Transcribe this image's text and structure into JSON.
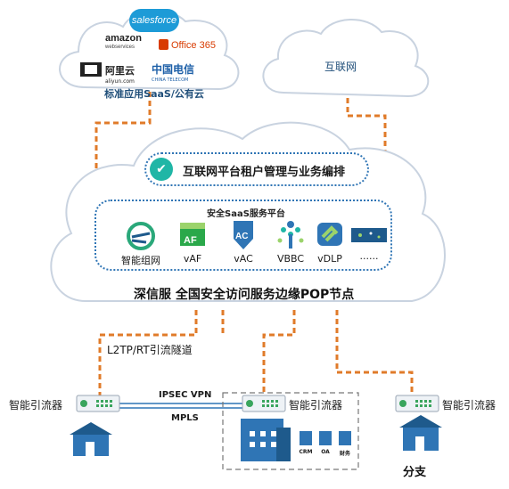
{
  "saas_cloud": {
    "label": "标准应用SaaS/公有云",
    "logos": {
      "salesforce": "salesforce",
      "amazon": "amazon",
      "amazon_sub": "webservices",
      "office": "Office 365",
      "aliyun": "阿里云",
      "aliyun_sub": "aliyun.com",
      "telecom": "中国电信",
      "telecom_sub": "CHINA TELECOM"
    }
  },
  "internet_cloud": {
    "label": "互联网"
  },
  "management": {
    "label": "互联网平台租户管理与业务编排",
    "icon": "shield-check-icon"
  },
  "platform": {
    "title": "安全SaaS服务平台",
    "services": [
      "智能组网",
      "vAF",
      "vAC",
      "VBBC",
      "vDLP",
      "......"
    ]
  },
  "pop": {
    "title": "深信服 全国安全访问服务边缘POP节点"
  },
  "links": {
    "tunnel": "L2TP/RT引流隧道",
    "ipsec": "IPSEC VPN",
    "mpls": "MPLS"
  },
  "devices": {
    "left": "智能引流器",
    "center": "智能引流器",
    "right": "智能引流器"
  },
  "hq_apps": [
    "CRM",
    "OA",
    "财务"
  ],
  "branch": {
    "label": "分支"
  },
  "colors": {
    "cloud_border": "#c9d3e0",
    "dashed_link": "#e07b2a",
    "accent": "#2f75b5",
    "device_green": "#3aa55d"
  }
}
